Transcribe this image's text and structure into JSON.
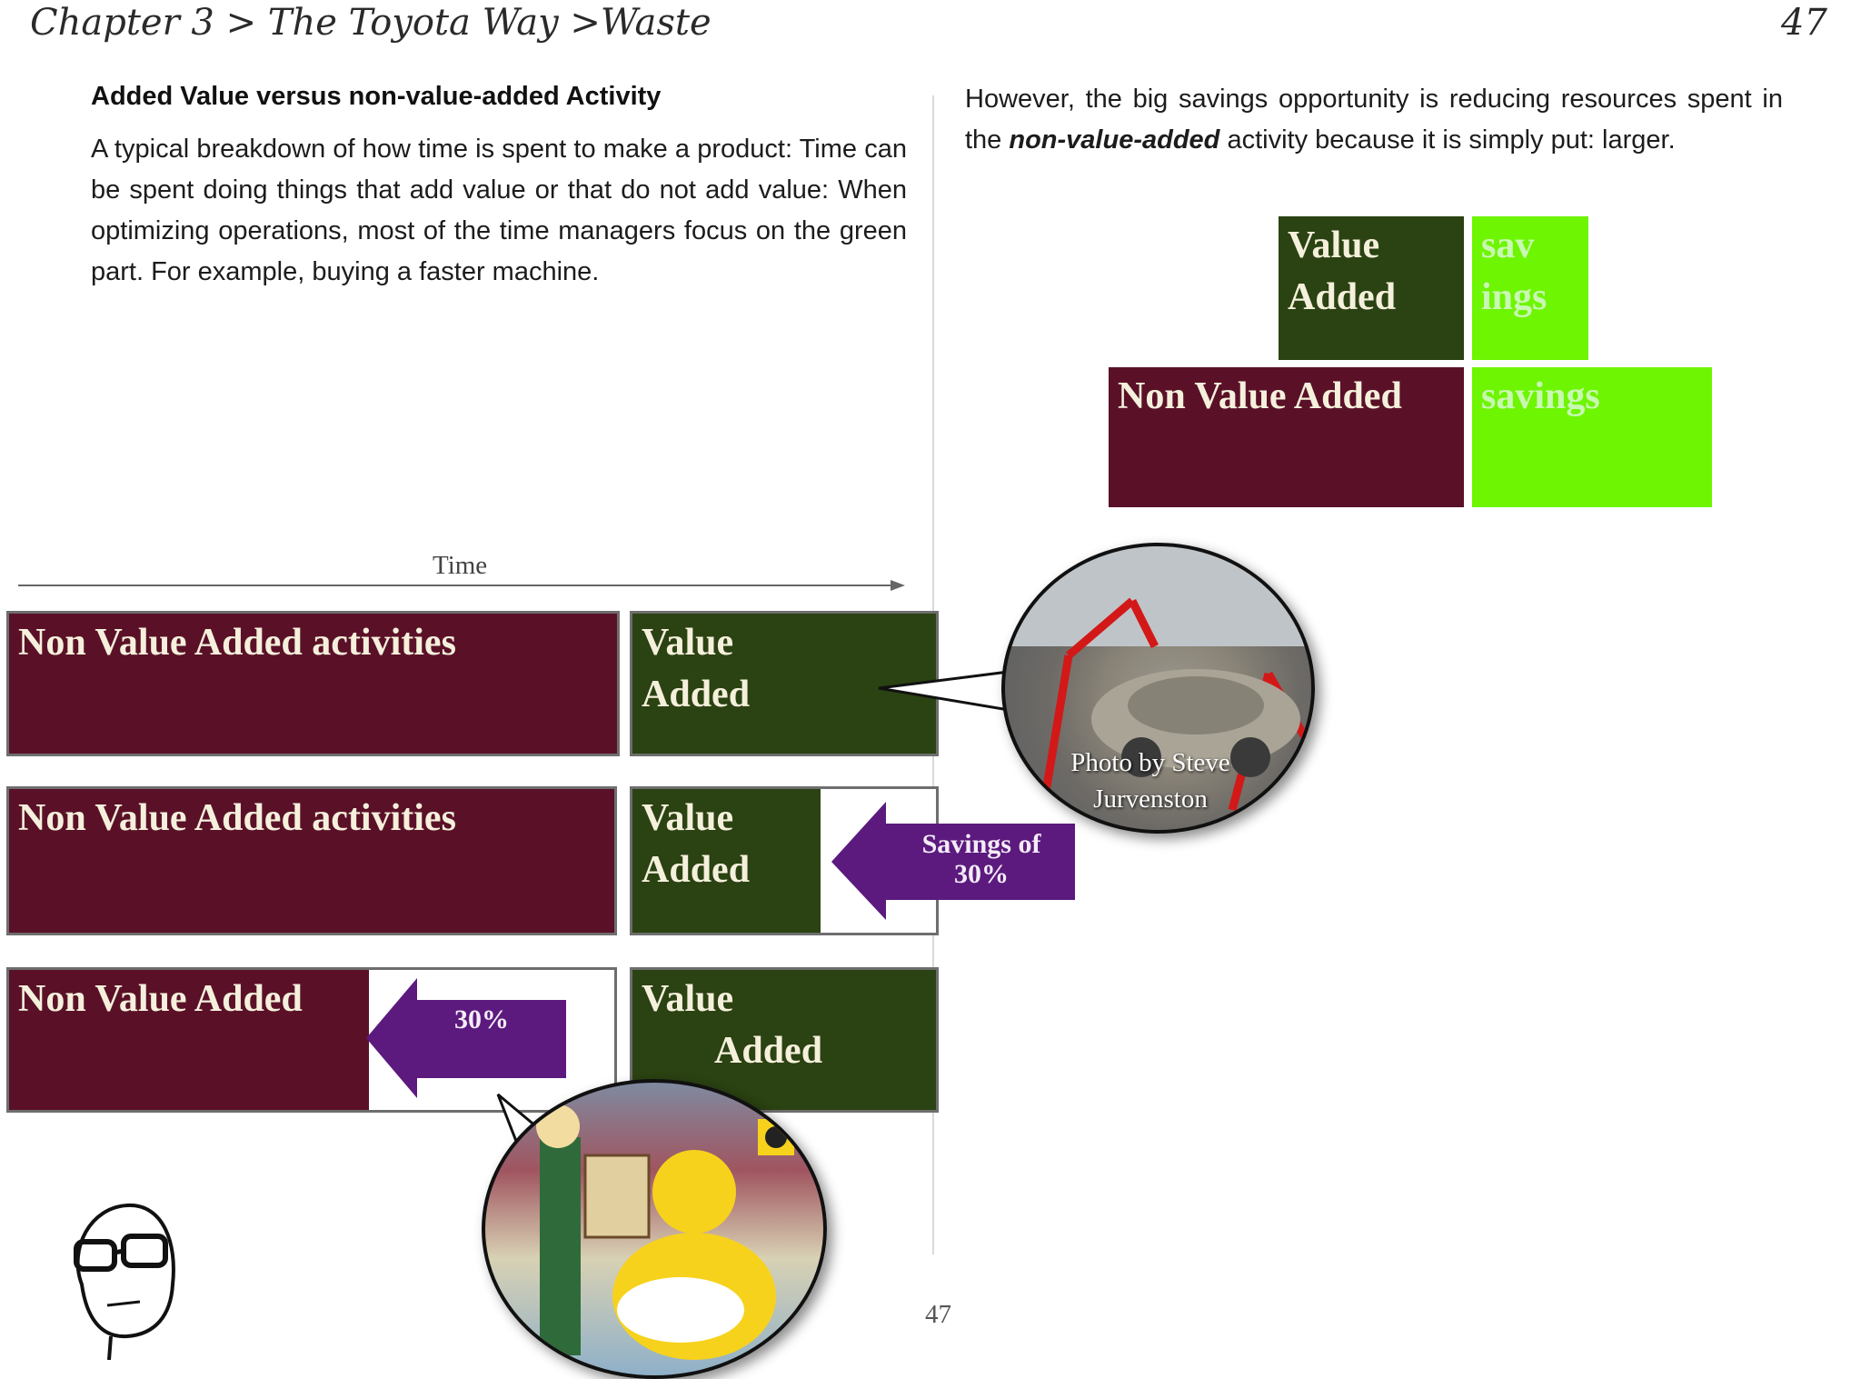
{
  "header": {
    "breadcrumb": "Chapter 3 > The Toyota Way >Waste",
    "page_number": "47"
  },
  "left": {
    "title": "Added Value versus non-value-added Activity",
    "paragraph": "A typical breakdown of how time is spent to make a product: Time can be spent doing things that add value or that do not add value: When optimizing operations, most of the time managers focus on the green part. For example, buying a faster machine.",
    "time_label": "Time",
    "row1": {
      "nva": "Non Value Added activities",
      "va_line1": "Value",
      "va_line2": "Added"
    },
    "row2": {
      "nva": "Non Value Added activities",
      "va_line1": "Value",
      "va_line2": "Added",
      "arrow_line1": "Savings of",
      "arrow_line2": "30%"
    },
    "row3": {
      "nva": "Non Value Added",
      "arrow": "30%",
      "va_line1": "Value",
      "va_line2": "Added"
    },
    "photo_credit_line1": "Photo by Steve",
    "photo_credit_line2": "Jurvenston"
  },
  "right": {
    "para_part1": "However, the big savings opportunity is reducing resources spent in the ",
    "para_emph": "non-value-added",
    "para_part2": " activity because it is simply put: larger.",
    "va_line1": "Value",
    "va_line2": "Added",
    "sav_line1": "sav",
    "sav_line2": "ings",
    "nva": "Non Value Added",
    "savings": "savings"
  },
  "footer": {
    "page_number": "47"
  },
  "colors": {
    "non_value_added": "#5a1128",
    "value_added": "#2b4212",
    "savings": "#6ef502",
    "arrow": "#5c1a7e"
  }
}
